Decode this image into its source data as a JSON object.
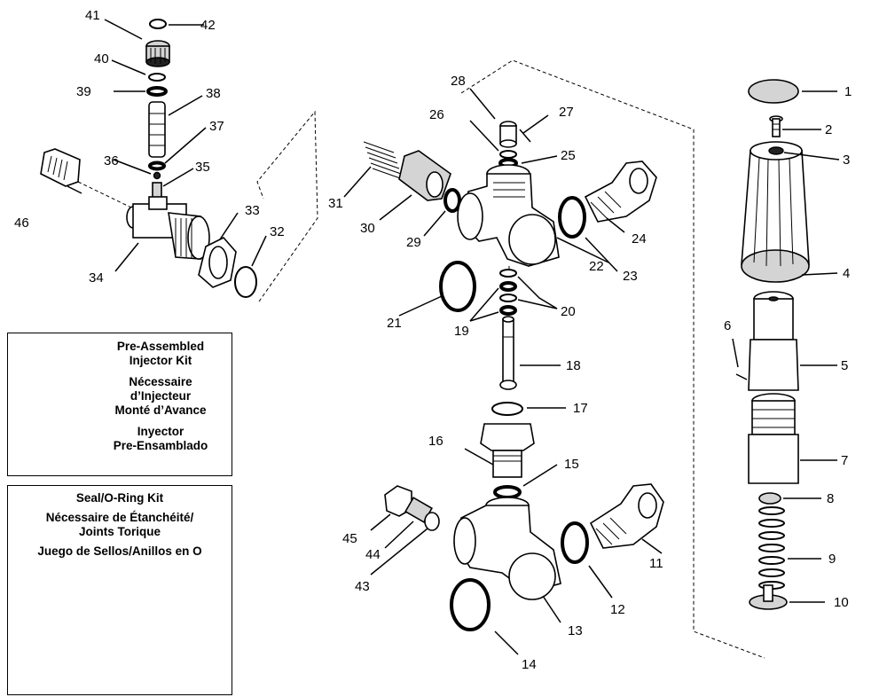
{
  "callouts": [
    {
      "n": "1"
    },
    {
      "n": "2"
    },
    {
      "n": "3"
    },
    {
      "n": "4"
    },
    {
      "n": "5"
    },
    {
      "n": "6"
    },
    {
      "n": "7"
    },
    {
      "n": "8"
    },
    {
      "n": "9"
    },
    {
      "n": "10"
    },
    {
      "n": "11"
    },
    {
      "n": "12"
    },
    {
      "n": "13"
    },
    {
      "n": "14"
    },
    {
      "n": "15"
    },
    {
      "n": "16"
    },
    {
      "n": "17"
    },
    {
      "n": "18"
    },
    {
      "n": "19"
    },
    {
      "n": "20"
    },
    {
      "n": "21"
    },
    {
      "n": "22"
    },
    {
      "n": "23"
    },
    {
      "n": "24"
    },
    {
      "n": "25"
    },
    {
      "n": "26"
    },
    {
      "n": "27"
    },
    {
      "n": "28"
    },
    {
      "n": "29"
    },
    {
      "n": "30"
    },
    {
      "n": "31"
    },
    {
      "n": "32"
    },
    {
      "n": "33"
    },
    {
      "n": "34"
    },
    {
      "n": "35"
    },
    {
      "n": "36"
    },
    {
      "n": "37"
    },
    {
      "n": "38"
    },
    {
      "n": "39"
    },
    {
      "n": "40"
    },
    {
      "n": "41"
    },
    {
      "n": "42"
    },
    {
      "n": "43"
    },
    {
      "n": "44"
    },
    {
      "n": "45"
    },
    {
      "n": "46"
    }
  ],
  "injector_kit": {
    "title_en_1": "Pre-Assembled",
    "title_en_2": "Injector Kit",
    "title_fr_1": "Nécessaire",
    "title_fr_2": "d’Injecteur",
    "title_fr_3": "Monté d’Avance",
    "title_es_1": "Inyector",
    "title_es_2": "Pre-Ensamblado"
  },
  "seal_kit": {
    "title_en": "Seal/O-Ring Kit",
    "title_fr_1": "Nécessaire de Étanchéité/",
    "title_fr_2": "Joints Torique",
    "title_es": "Juego de Sellos/Anillos en O"
  }
}
